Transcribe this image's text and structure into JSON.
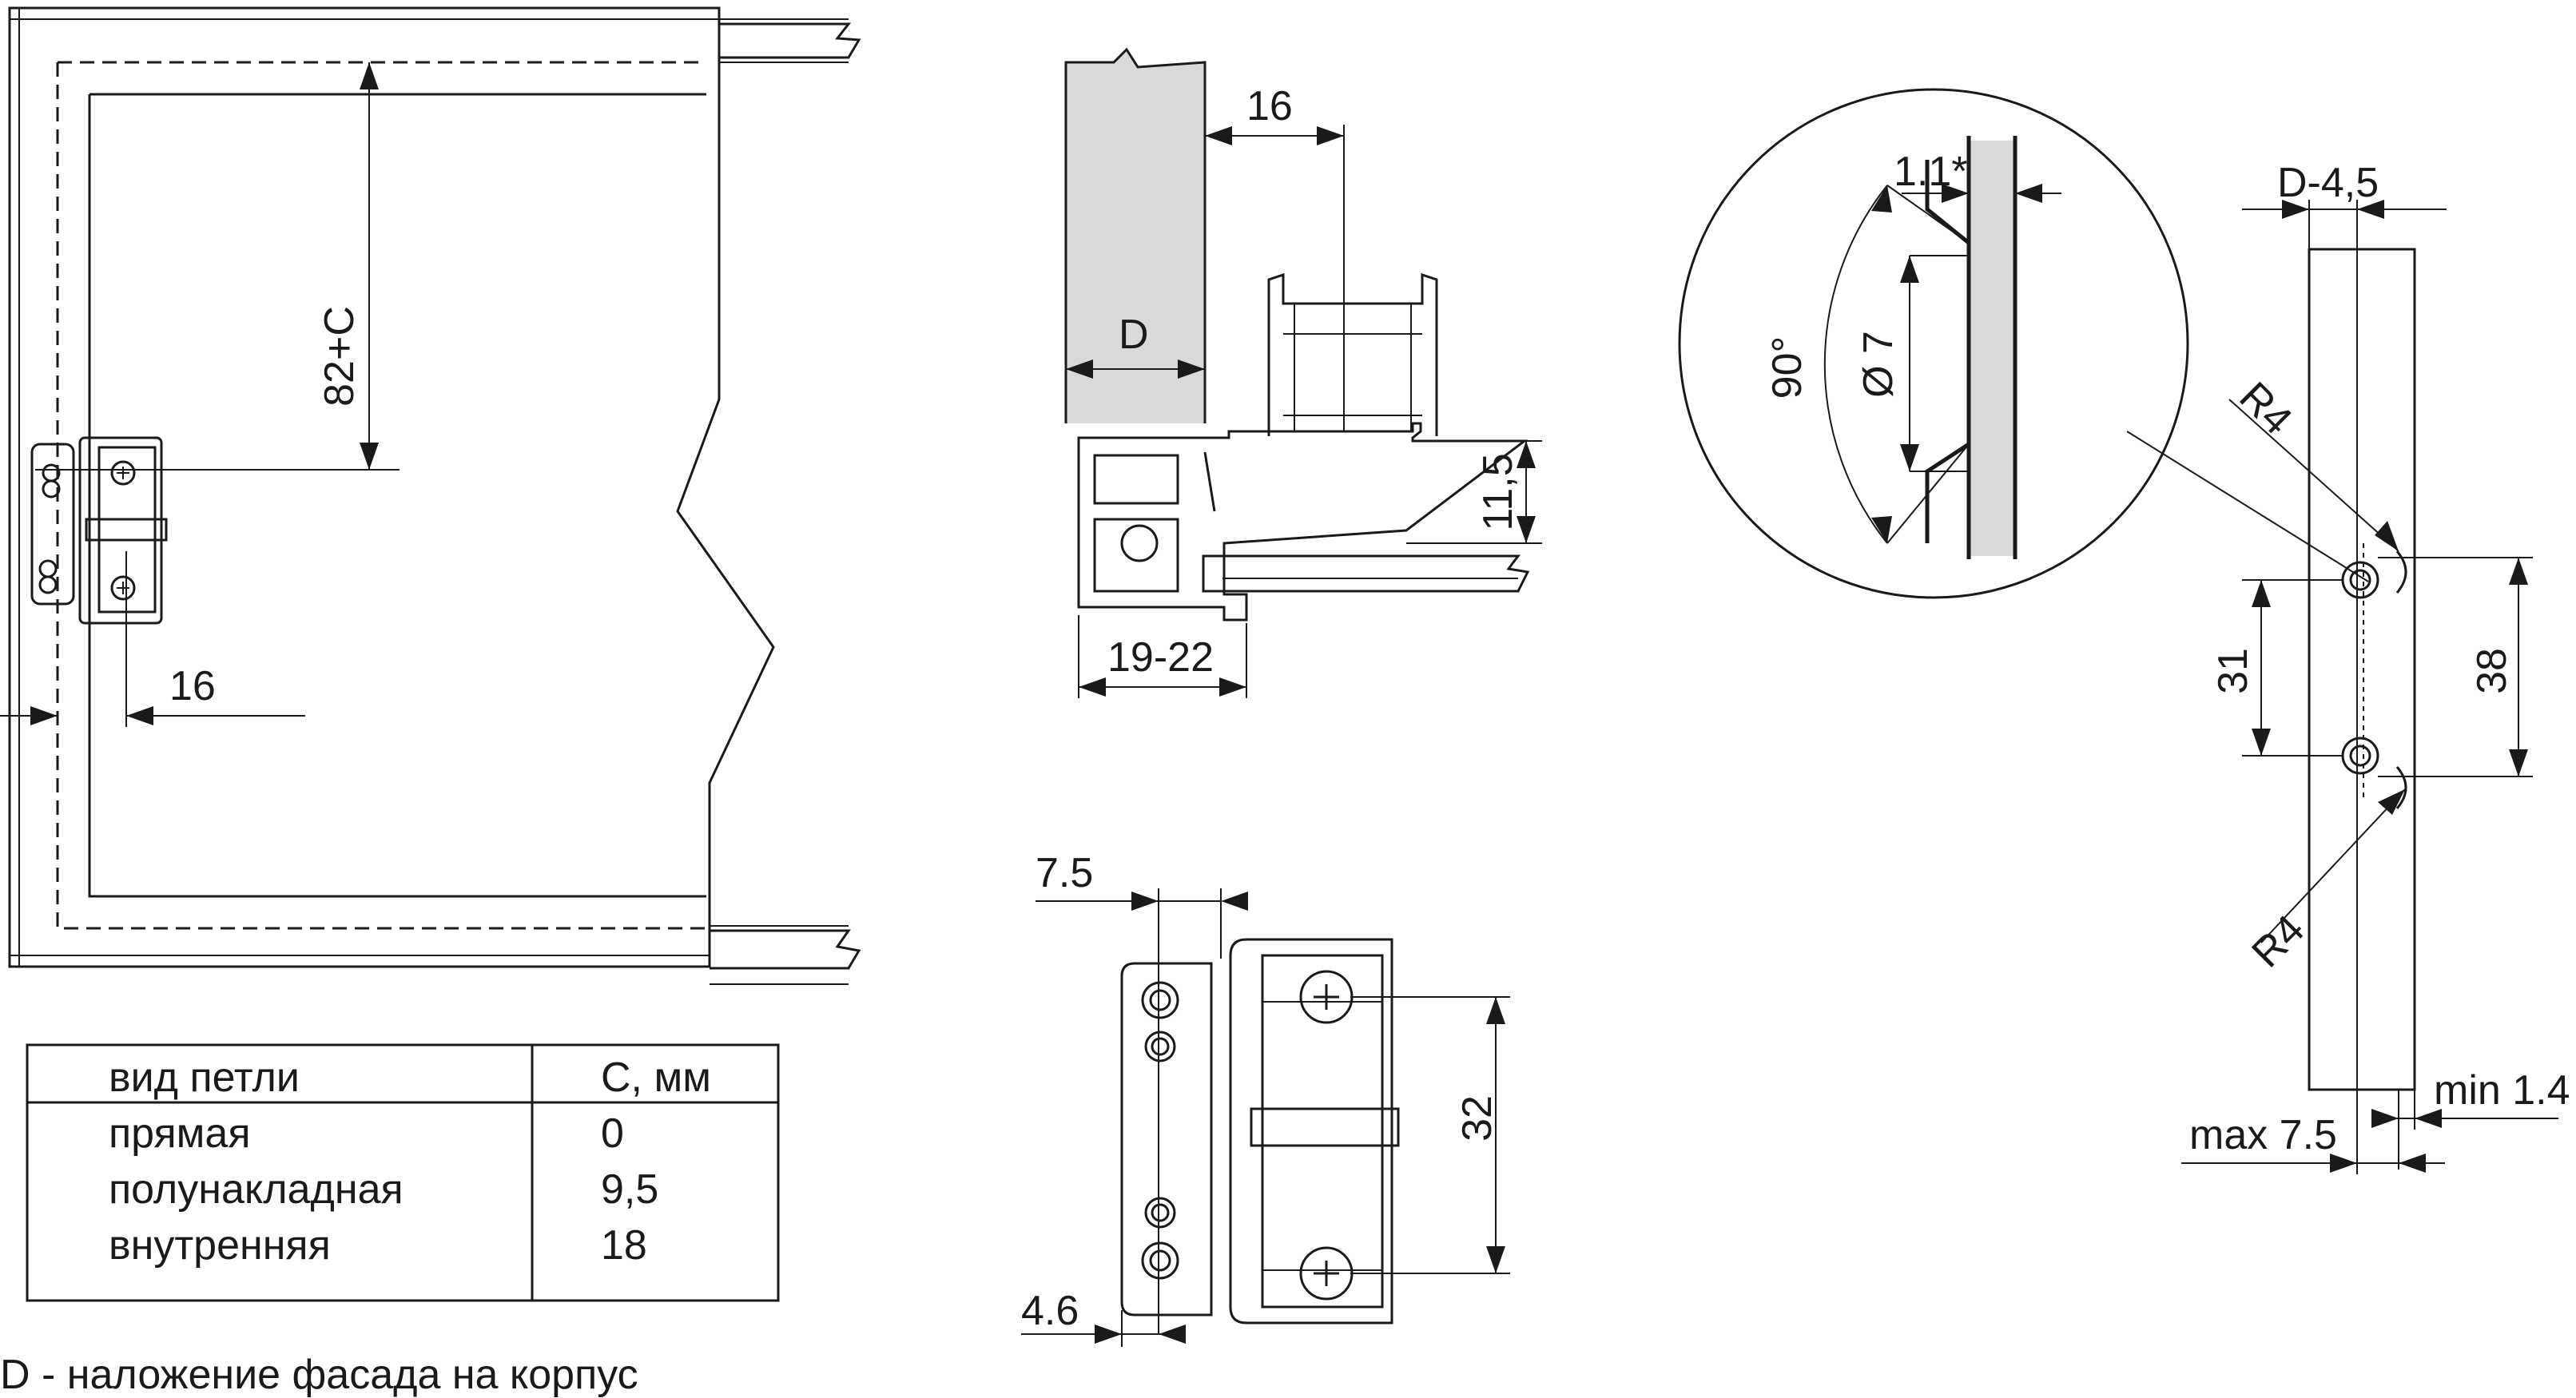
{
  "dimensions": {
    "d_82c": "82+C",
    "d_16_left": "16",
    "d_16_section": "16",
    "d_D": "D",
    "d_11_5": "11,5",
    "d_19_22": "19-22",
    "d_7_5": "7.5",
    "d_32": "32",
    "d_4_6": "4.6",
    "d_1_1": "1.1*",
    "d_90": "90°",
    "d_dia7": "Ø 7",
    "d_D45": "D-4,5",
    "d_R4_top": "R4",
    "d_R4_bottom": "R4",
    "d_31": "31",
    "d_38": "38",
    "d_min14": "min 1.4",
    "d_max75": "max 7.5"
  },
  "table": {
    "header": [
      "вид петли",
      "С, мм"
    ],
    "rows": [
      [
        "прямая",
        "0"
      ],
      [
        "полунакладная",
        "9,5"
      ],
      [
        "внутренняя",
        "18"
      ]
    ]
  },
  "footnote": "D - наложение фасада на корпус",
  "colors": {
    "line": "#1a1a1a",
    "shade": "#d9d9d9",
    "background": "#ffffff"
  }
}
